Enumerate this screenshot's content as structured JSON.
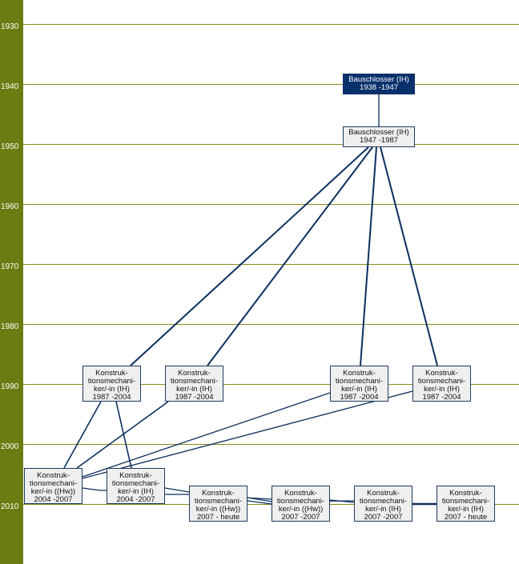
{
  "axis": {
    "years": [
      "1930",
      "1940",
      "1950",
      "1960",
      "1970",
      "1980",
      "1990",
      "2000",
      "2010"
    ]
  },
  "colors": {
    "sidebar": "#6b7d12",
    "grid": "#8c8c1e",
    "edge": "#0b2f5f",
    "highlight": "#08306b"
  },
  "nodes": [
    {
      "title": "Bauschlosser (IH)",
      "period": "1938 -1947"
    },
    {
      "title": "Bauschlosser (IH)",
      "period": "1947 -1987"
    },
    {
      "l1": "Konstruk-",
      "l2": "tionsmechani-",
      "l3": "ker/-in (IH)",
      "period": "1987 -2004"
    },
    {
      "l1": "Konstruk-",
      "l2": "tionsmechani-",
      "l3": "ker/-in (IH)",
      "period": "1987 -2004"
    },
    {
      "l1": "Konstruk-",
      "l2": "tionsmechani-",
      "l3": "ker/-in (IH)",
      "period": "1987 -2004"
    },
    {
      "l1": "Konstruk-",
      "l2": "tionsmechani-",
      "l3": "ker/-in (IH)",
      "period": "1987 -2004"
    },
    {
      "l1": "Konstruk-",
      "l2": "tionsmechani-",
      "l3": "ker/-in ((Hw))",
      "period": "2004 -2007"
    },
    {
      "l1": "Konstruk-",
      "l2": "tionsmechani-",
      "l3": "ker/-in (IH)",
      "period": "2004 -2007"
    },
    {
      "l1": "Konstruk-",
      "l2": "tionsmechani-",
      "l3": "ker/-in ((Hw))",
      "period": "2007 - heute"
    },
    {
      "l1": "Konstruk-",
      "l2": "tionsmechani-",
      "l3": "ker/-in ((Hw))",
      "period": "2007 -2007"
    },
    {
      "l1": "Konstruk-",
      "l2": "tionsmechani-",
      "l3": "ker/-in (IH)",
      "period": "2007 -2007"
    },
    {
      "l1": "Konstruk-",
      "l2": "tionsmechani-",
      "l3": "ker/-in (IH)",
      "period": "2007 - heute"
    }
  ]
}
